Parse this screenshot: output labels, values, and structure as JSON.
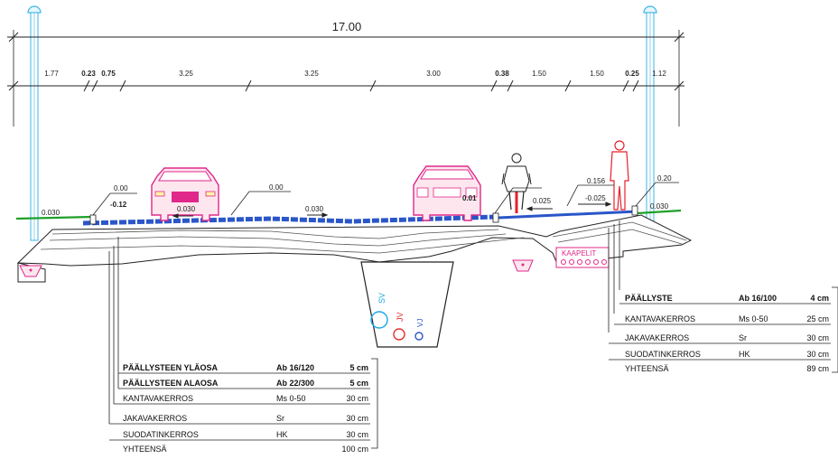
{
  "dimensions": {
    "total": "17.00",
    "segments": [
      "1.77",
      "0.23",
      "0.75",
      "3.25",
      "3.25",
      "3.00",
      "0.38",
      "1.50",
      "1.50",
      "0.25",
      "1.12"
    ]
  },
  "slopes": {
    "left_verge": "0.030",
    "left_lane": "0.030",
    "right_lane": "0.030",
    "cycle_path": "0.025",
    "sidewalk": "-0.025",
    "right_verge": "0.030"
  },
  "heights": {
    "left_curb_top": "0.00",
    "left_curb_bottom": "-0.12",
    "centerline": "0.00",
    "median_curb": "0.01",
    "sidewalk_top": "0.156",
    "right_curb_top": "0.20"
  },
  "trench_labels": {
    "sv": "SV",
    "jv": "JV",
    "vj": "VJ",
    "cables": "KAAPELIT"
  },
  "road_layers": [
    {
      "name": "PÄÄLLYSTEEN YLÄOSA",
      "material": "Ab 16/120",
      "thickness": "5 cm",
      "bold": true
    },
    {
      "name": "PÄÄLLYSTEEN ALAOSA",
      "material": "Ab 22/300",
      "thickness": "5 cm",
      "bold": true
    },
    {
      "name": "KANTAVAKERROS",
      "material": "Ms 0-50",
      "thickness": "30 cm",
      "bold": false
    },
    {
      "name": "JAKAVAKERROS",
      "material": "Sr",
      "thickness": "30 cm",
      "bold": false
    },
    {
      "name": "SUODATINKERROS",
      "material": "HK",
      "thickness": "30 cm",
      "bold": false
    },
    {
      "name": "YHTEENSÄ",
      "material": "",
      "thickness": "100 cm",
      "bold": false
    }
  ],
  "path_layers": [
    {
      "name": "PÄÄLLYSTE",
      "material": "Ab 16/100",
      "thickness": "4 cm",
      "bold": true
    },
    {
      "name": "KANTAVAKERROS",
      "material": "Ms 0-50",
      "thickness": "25 cm",
      "bold": false
    },
    {
      "name": "JAKAVAKERROS",
      "material": "Sr",
      "thickness": "30 cm",
      "bold": false
    },
    {
      "name": "SUODATINKERROS",
      "material": "HK",
      "thickness": "30 cm",
      "bold": false
    },
    {
      "name": "YHTEENSÄ",
      "material": "",
      "thickness": "89 cm",
      "bold": false
    }
  ],
  "colors": {
    "pole": "#3fb6e6",
    "car": "#e0288a",
    "person": "#e8202a",
    "grass": "#1fa02a",
    "surface": "#2a56c8",
    "sv": "#1aa8e6",
    "jv": "#e83030",
    "vj": "#2a56c8"
  }
}
